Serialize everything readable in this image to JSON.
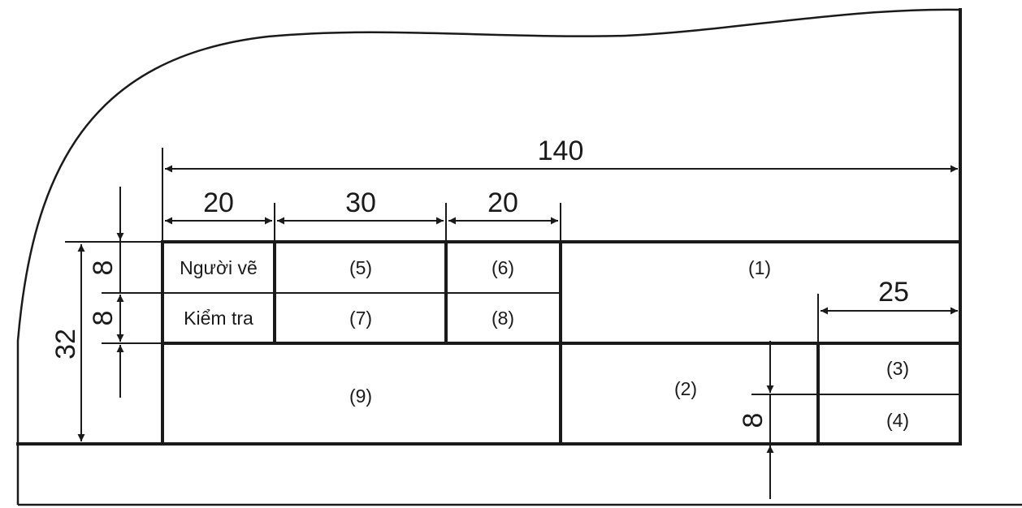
{
  "dimensions": {
    "total_width": "140",
    "col1_width": "20",
    "col2_width": "30",
    "col3_width": "20",
    "right_block_width": "25",
    "total_height": "32",
    "row1_height": "8",
    "row2_height": "8",
    "small_row_height": "8"
  },
  "cells": {
    "drawn_by": "Người vẽ",
    "checked_by": "Kiểm tra",
    "c1": "(1)",
    "c2": "(2)",
    "c3": "(3)",
    "c4": "(4)",
    "c5": "(5)",
    "c6": "(6)",
    "c7": "(7)",
    "c8": "(8)",
    "c9": "(9)"
  }
}
